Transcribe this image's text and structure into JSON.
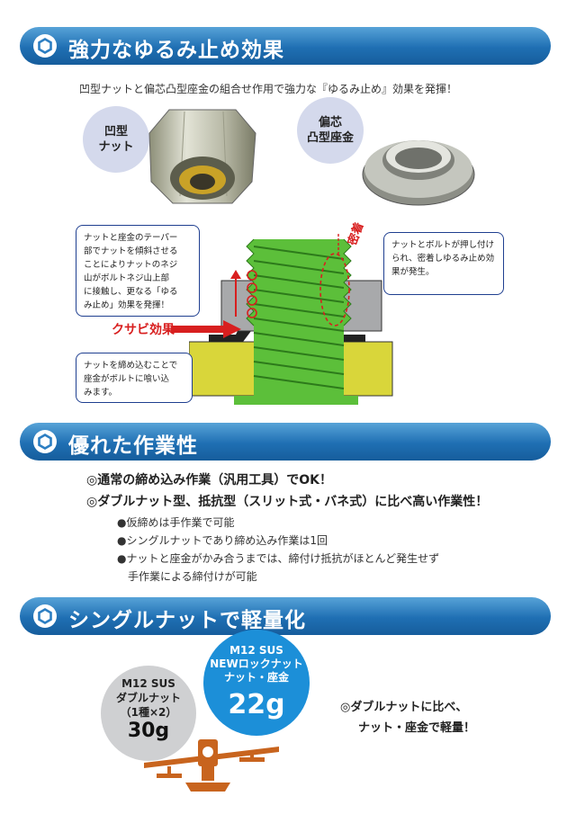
{
  "sections": [
    {
      "title": "強力なゆるみ止め効果"
    },
    {
      "title": "優れた作業性"
    },
    {
      "title": "シングルナットで軽量化"
    }
  ],
  "intro": "凹型ナットと偏芯凸型座金の組合せ作用で強力な『ゆるみ止め』効果を発揮！",
  "labels": {
    "nut": [
      "凹型",
      "ナット"
    ],
    "washer": [
      "偏芯",
      "凸型座金"
    ]
  },
  "diagram": {
    "callout_left_top": [
      "ナットと座金のテーパー",
      "部でナットを傾斜させる",
      "ことによりナットのネジ",
      "山がボルトネジ山上部",
      "に接触し、更なる「ゆる",
      "み止め」効果を発揮！"
    ],
    "callout_right": [
      "ナットとボルトが押し付け",
      "られ、密着しゆるみ止め効",
      "果が発生。"
    ],
    "callout_bottom": [
      "ナットを締め込むことで",
      "座金がボルトに喰い込",
      "みます。"
    ],
    "kusabi": "クサビ効果",
    "mitchaku": "密着",
    "colors": {
      "bolt": "#5cbf3a",
      "nut": "#a8a9ab",
      "washer": "#d9d63a",
      "accent": "#d81f1f"
    }
  },
  "work": {
    "points": [
      "◎通常の締め込み作業（汎用工具）でOK！",
      "◎ダブルナット型、抵抗型（スリット式・バネ式）に比べ高い作業性！"
    ],
    "subpoints": [
      "●仮締めは手作業で可能",
      "●シングルナットであり締め込み作業は1回",
      "●ナットと座金がかみ合うまでは、締付け抵抗がほとんど発生せず",
      "手作業による締付けが可能"
    ]
  },
  "weight": {
    "double": {
      "lines": [
        "M12 SUS",
        "ダブルナット",
        "（1種×2）"
      ],
      "weight": "30g"
    },
    "new": {
      "lines": [
        "M12 SUS",
        "NEWロックナット",
        "ナット・座金"
      ],
      "weight": "22g"
    },
    "summary": [
      "◎ダブルナットに比べ、",
      "ナット・座金で軽量！"
    ]
  }
}
